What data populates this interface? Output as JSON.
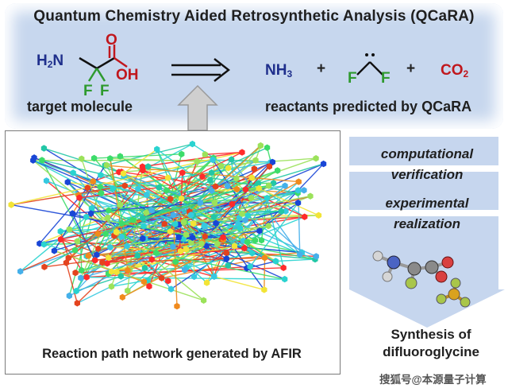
{
  "header": {
    "title": "Quantum Chemistry Aided Retrosynthetic Analysis (QCaRA)"
  },
  "target": {
    "label": "target molecule",
    "atoms": {
      "amine": "H",
      "amine_sub": "2",
      "amine_n": "N",
      "carbonyl_o": "O",
      "hydroxyl": "OH",
      "fluorine_left": "F",
      "fluorine_right": "F"
    }
  },
  "reactants": {
    "label": "reactants predicted by QCaRA",
    "ammonia": "NH",
    "ammonia_sub": "3",
    "plus1": "+",
    "carbene_f1": "F",
    "carbene_f2": "F",
    "carbene_dots": "··",
    "plus2": "+",
    "co2": "CO",
    "co2_sub": "2"
  },
  "network": {
    "caption": "Reaction path network generated by AFIR"
  },
  "workflow": {
    "step1_line1": "computational",
    "step1_line2": "verification",
    "step2_line1": "experimental",
    "step2_line2": "realization",
    "result_line1": "Synthesis of",
    "result_line2": "difluoroglycine"
  },
  "watermark": "搜狐号@本源量子计算",
  "colors": {
    "panel_blue": "#c7d7ee",
    "arrow_blue": "#c6d6ee",
    "navy": "#1f2f8c",
    "green": "#2f9a2f",
    "red": "#c0171d"
  }
}
